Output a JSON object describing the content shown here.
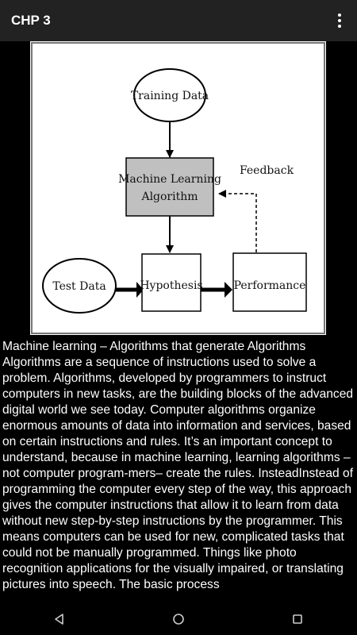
{
  "app_bar": {
    "title": "CHP 3",
    "menu_icon": "more-vert-icon"
  },
  "figure": {
    "nodes": {
      "training_data": "Training Data",
      "ml_algorithm_line1": "Machine Learning",
      "ml_algorithm_line2": "Algorithm",
      "feedback": "Feedback",
      "test_data": "Test Data",
      "hypothesis": "Hypothesis",
      "performance": "Performance"
    },
    "colors": {
      "algorithm_box_fill": "#c0c0c0",
      "background": "#ffffff"
    }
  },
  "article": {
    "text": "Machine learning – Algorithms that generate Algorithms Algorithms are a sequence of instructions used to solve a problem. Algorithms, developed by programmers to instruct computers in new tasks, are the building blocks of the advanced digital world we see today. Computer algorithms organize enormous amounts of data into information and services, based on certain instructions and rules. It’s an important concept to understand, because in machine learning, learning algorithms – not computer program-mers– create the rules. InsteadInstead of programming the computer every step of the way, this approach gives the computer instructions that allow it to learn from data without new step-by-step instructions by the programmer. This means computers can be used for new, complicated tasks that could not be manually programmed. Things like photo recognition applications for the visually impaired, or translating pictures into speech. The basic process"
  },
  "nav_bar": {
    "back_icon": "back-triangle-icon",
    "home_icon": "home-circle-icon",
    "recents_icon": "recents-square-icon"
  }
}
